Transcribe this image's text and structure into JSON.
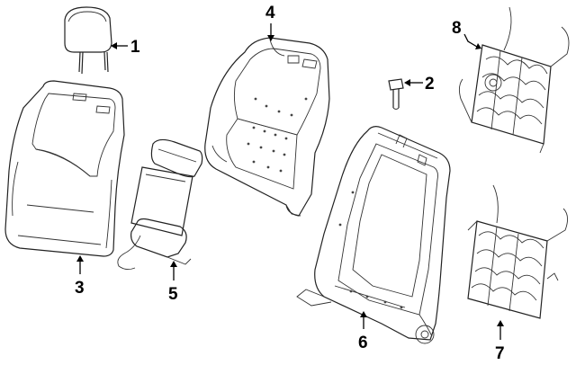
{
  "callouts": [
    {
      "id": "1",
      "label": "1",
      "part": "headrest"
    },
    {
      "id": "2",
      "label": "2",
      "part": "fastener"
    },
    {
      "id": "3",
      "label": "3",
      "part": "seat-back-cover"
    },
    {
      "id": "4",
      "label": "4",
      "part": "seat-back-pad"
    },
    {
      "id": "5",
      "label": "5",
      "part": "heater-element"
    },
    {
      "id": "6",
      "label": "6",
      "part": "seat-back-frame"
    },
    {
      "id": "7",
      "label": "7",
      "part": "suspension-mat-lower"
    },
    {
      "id": "8",
      "label": "8",
      "part": "suspension-mat-upper"
    }
  ]
}
